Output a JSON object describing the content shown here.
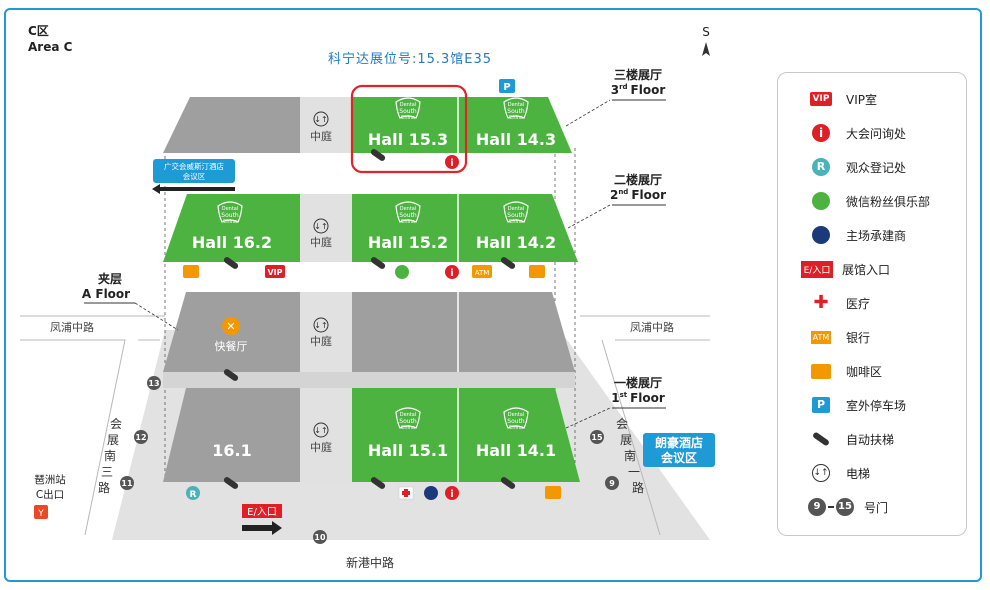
{
  "area": {
    "zh": "C区",
    "en": "Area C"
  },
  "booth_note": "科宁达展位号:15.3馆E35",
  "compass": "S",
  "floors": {
    "f3": {
      "zh": "三楼展厅",
      "en_num": "3",
      "en_sup": "rd",
      "en_word": "Floor"
    },
    "f2": {
      "zh": "二楼展厅",
      "en_num": "2",
      "en_sup": "nd",
      "en_word": "Floor"
    },
    "fa": {
      "zh": "夹层",
      "en": "A Floor"
    },
    "f1": {
      "zh": "一楼展厅",
      "en_num": "1",
      "en_sup": "st",
      "en_word": "Floor"
    }
  },
  "halls": {
    "h153": "Hall 15.3",
    "h143": "Hall 14.3",
    "h162": "Hall 16.2",
    "h152": "Hall 15.2",
    "h142": "Hall 14.2",
    "h161": "16.1",
    "h151": "Hall 15.1",
    "h141": "Hall 14.1"
  },
  "logo_text": {
    "l1": "Dental",
    "l2": "South",
    "l3": "China"
  },
  "atrium": "中庭",
  "fastfood": "快餐厅",
  "conference_left": {
    "l1": "广交会威斯汀酒店",
    "l2": "会议区"
  },
  "conference_right": {
    "l1": "朗豪酒店",
    "l2": "会议区"
  },
  "roads": {
    "fengpu_left": "凤浦中路",
    "fengpu_right": "凤浦中路",
    "xingang": "新港中路",
    "huizhan_south3": [
      "会",
      "展",
      "南",
      "三",
      "路"
    ],
    "huizhan_south1": [
      "会",
      "展",
      "南",
      "一",
      "路"
    ]
  },
  "station": {
    "l1": "琶洲站",
    "l2": "C出口"
  },
  "entrance_label": "E/入口",
  "gates": {
    "g13": "13",
    "g12": "12",
    "g11": "11",
    "g15": "15",
    "g9": "9",
    "g10": "10"
  },
  "badges": {
    "vip": "VIP",
    "atm": "ATM",
    "parking": "P",
    "reg": "R",
    "info": "i"
  },
  "legend": [
    {
      "icon": "vip-badge-icon",
      "label": "VIP室"
    },
    {
      "icon": "info-icon",
      "label": "大会问询处"
    },
    {
      "icon": "registration-icon",
      "label": "观众登记处"
    },
    {
      "icon": "wechat-icon",
      "label": "微信粉丝俱乐部"
    },
    {
      "icon": "organizer-icon",
      "label": "主场承建商"
    },
    {
      "icon": "entrance-icon",
      "label": "展馆入口"
    },
    {
      "icon": "medical-icon",
      "label": "医疗"
    },
    {
      "icon": "atm-icon",
      "label": "银行"
    },
    {
      "icon": "coffee-icon",
      "label": "咖啡区"
    },
    {
      "icon": "parking-icon",
      "label": "室外停车场"
    },
    {
      "icon": "escalator-icon",
      "label": "自动扶梯"
    },
    {
      "icon": "elevator-icon",
      "label": "电梯"
    },
    {
      "icon": "gate-range-icon",
      "label": "号门",
      "from": "9",
      "to": "15"
    }
  ],
  "colors": {
    "green": "#4cb340",
    "gray": "#9f9f9f",
    "light_gray": "#e1e1e1",
    "road_gray": "#dcdcdc",
    "blue": "#1e9ad6",
    "red": "#e01e25",
    "orange": "#f39800",
    "highlight": "#e0242a"
  }
}
